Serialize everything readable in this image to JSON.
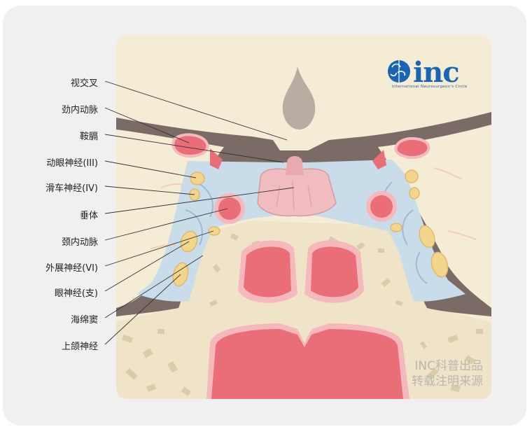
{
  "labels": [
    {
      "key": "optic-chiasm",
      "text": "视交叉"
    },
    {
      "key": "cervical-carotid",
      "text": "劲内动脉"
    },
    {
      "key": "sellar-diaphragm",
      "text": "鞍膈"
    },
    {
      "key": "oculomotor-nerve",
      "text": "动眼神经(III)"
    },
    {
      "key": "trochlear-nerve",
      "text": "滑车神经(IV)"
    },
    {
      "key": "pituitary",
      "text": "垂体"
    },
    {
      "key": "internal-carotid",
      "text": "颈内动脉"
    },
    {
      "key": "abducens-nerve",
      "text": "外展神经(VI)"
    },
    {
      "key": "ophthalmic-nerve",
      "text": "眼神经(支)"
    },
    {
      "key": "cavernous-sinus",
      "text": "海绵窦"
    },
    {
      "key": "maxillary-nerve",
      "text": "上颌神经"
    }
  ],
  "logo": {
    "text": "inc",
    "subtitle": "International  Neurosurgeon's  Circle"
  },
  "watermark": {
    "line1": "INC科普出品",
    "line2": "转载注明来源"
  },
  "colors": {
    "background": "#f0f0f0",
    "bone": "#f5ecd5",
    "dura": "#7a6b66",
    "sinus": "#c9dcea",
    "artery": "#e5606a",
    "nerve": "#f3d58c",
    "pituitary": "#f0bcc0",
    "mucosa": "#e96e78",
    "logo": "#1a64b4"
  }
}
